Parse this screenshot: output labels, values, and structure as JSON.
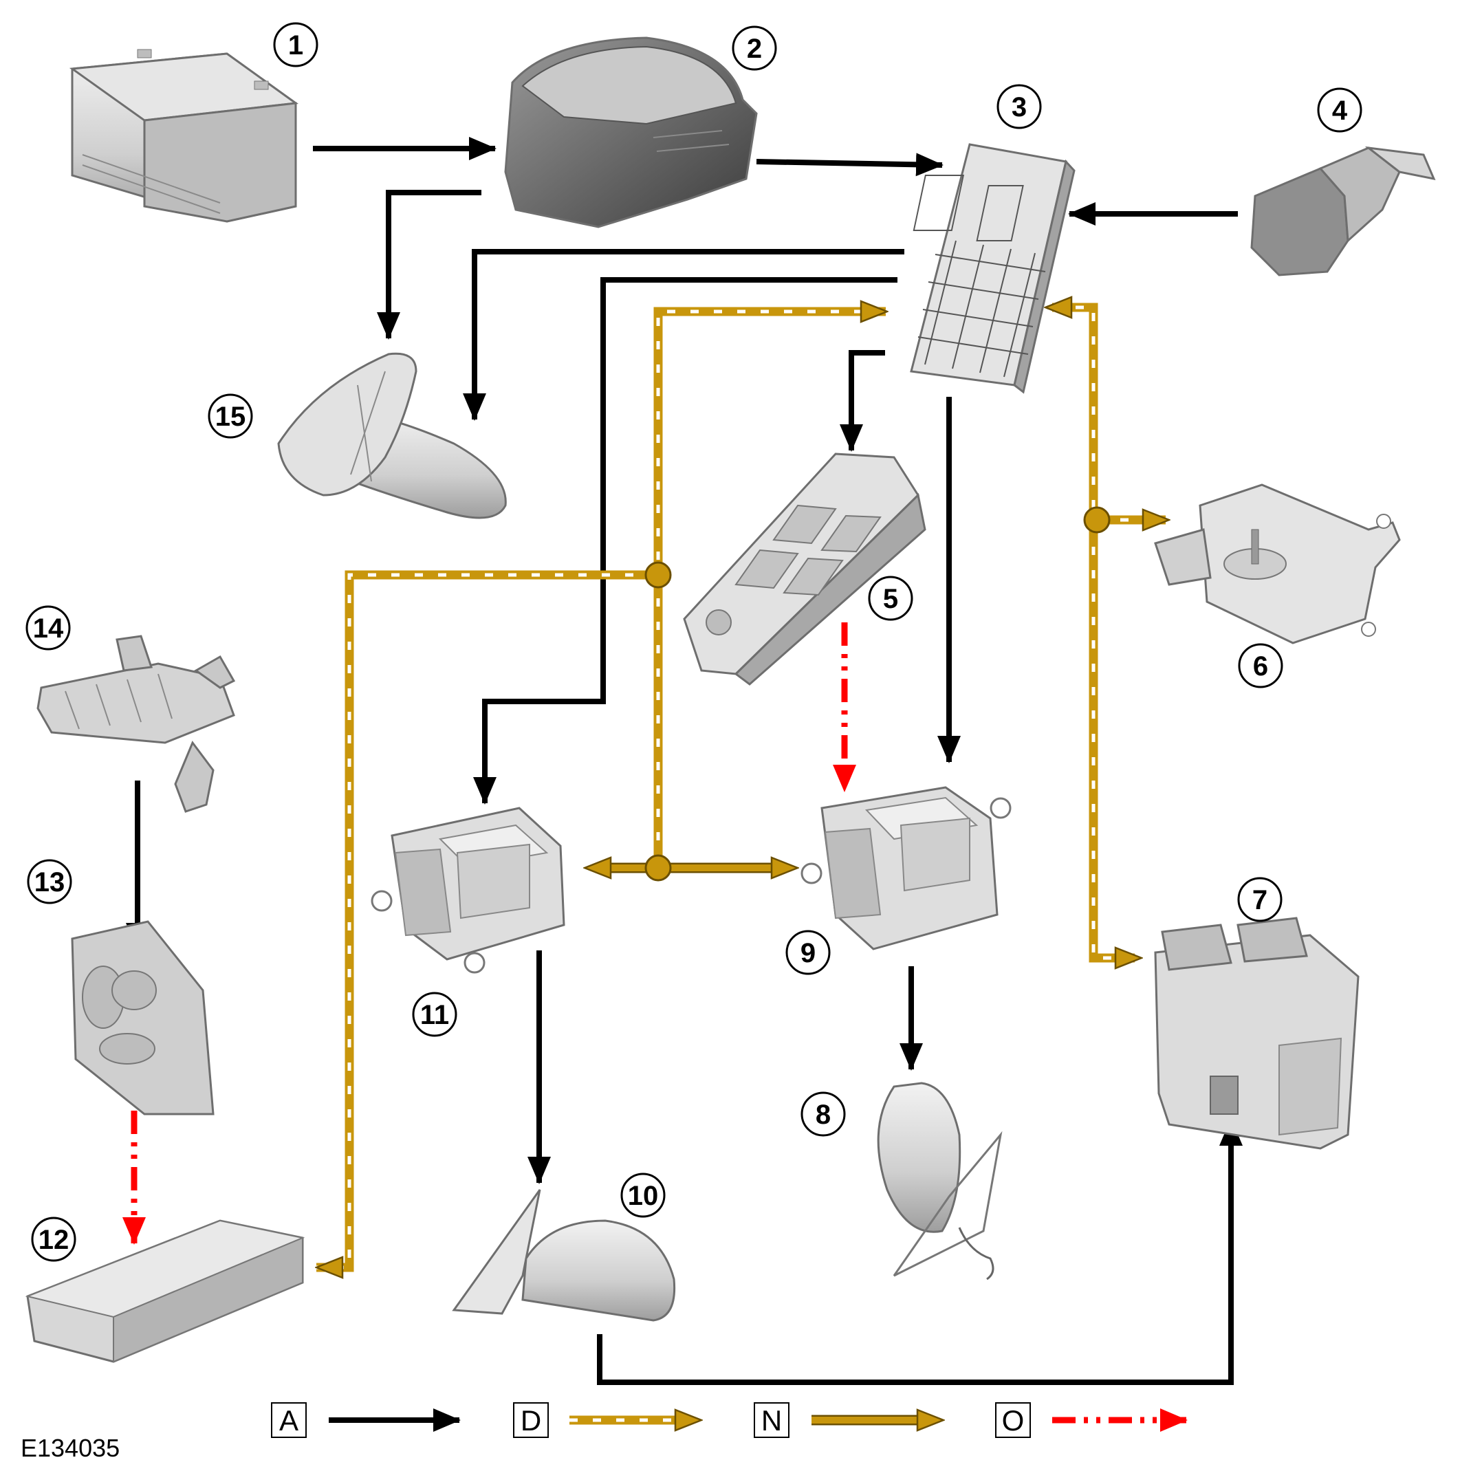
{
  "figure_code": "E134035",
  "colors": {
    "hardwired": "#000000",
    "can_bus": "#C8960C",
    "lin_bus": "#C8960C",
    "rf": "#FF0000",
    "node": "#C8960C",
    "component": "#d2d2d2"
  },
  "components": [
    {
      "id": "1",
      "label": "1",
      "icon": "battery-icon"
    },
    {
      "id": "2",
      "label": "2",
      "icon": "fuse-box-icon"
    },
    {
      "id": "3",
      "label": "3",
      "icon": "central-junction-box-icon"
    },
    {
      "id": "4",
      "label": "4",
      "icon": "pressure-sensor-icon"
    },
    {
      "id": "5",
      "label": "5",
      "icon": "window-switch-pack-icon"
    },
    {
      "id": "6",
      "label": "6",
      "icon": "actuator-icon"
    },
    {
      "id": "7",
      "label": "7",
      "icon": "control-module-icon"
    },
    {
      "id": "8",
      "label": "8",
      "icon": "mirror-motor-icon"
    },
    {
      "id": "9",
      "label": "9",
      "icon": "door-module-icon"
    },
    {
      "id": "10",
      "label": "10",
      "icon": "door-mirror-icon"
    },
    {
      "id": "11",
      "label": "11",
      "icon": "door-module-icon"
    },
    {
      "id": "12",
      "label": "12",
      "icon": "seat-module-icon"
    },
    {
      "id": "13",
      "label": "13",
      "icon": "seat-switch-icon"
    },
    {
      "id": "14",
      "label": "14",
      "icon": "memory-switch-icon"
    },
    {
      "id": "15",
      "label": "15",
      "icon": "interior-mirror-icon"
    }
  ],
  "legend": [
    {
      "key": "A",
      "style": "solid-black-arrow"
    },
    {
      "key": "D",
      "style": "dashed-gold-white-arrow"
    },
    {
      "key": "N",
      "style": "gold-arrow"
    },
    {
      "key": "O",
      "style": "red-dash-dot-arrow"
    }
  ]
}
